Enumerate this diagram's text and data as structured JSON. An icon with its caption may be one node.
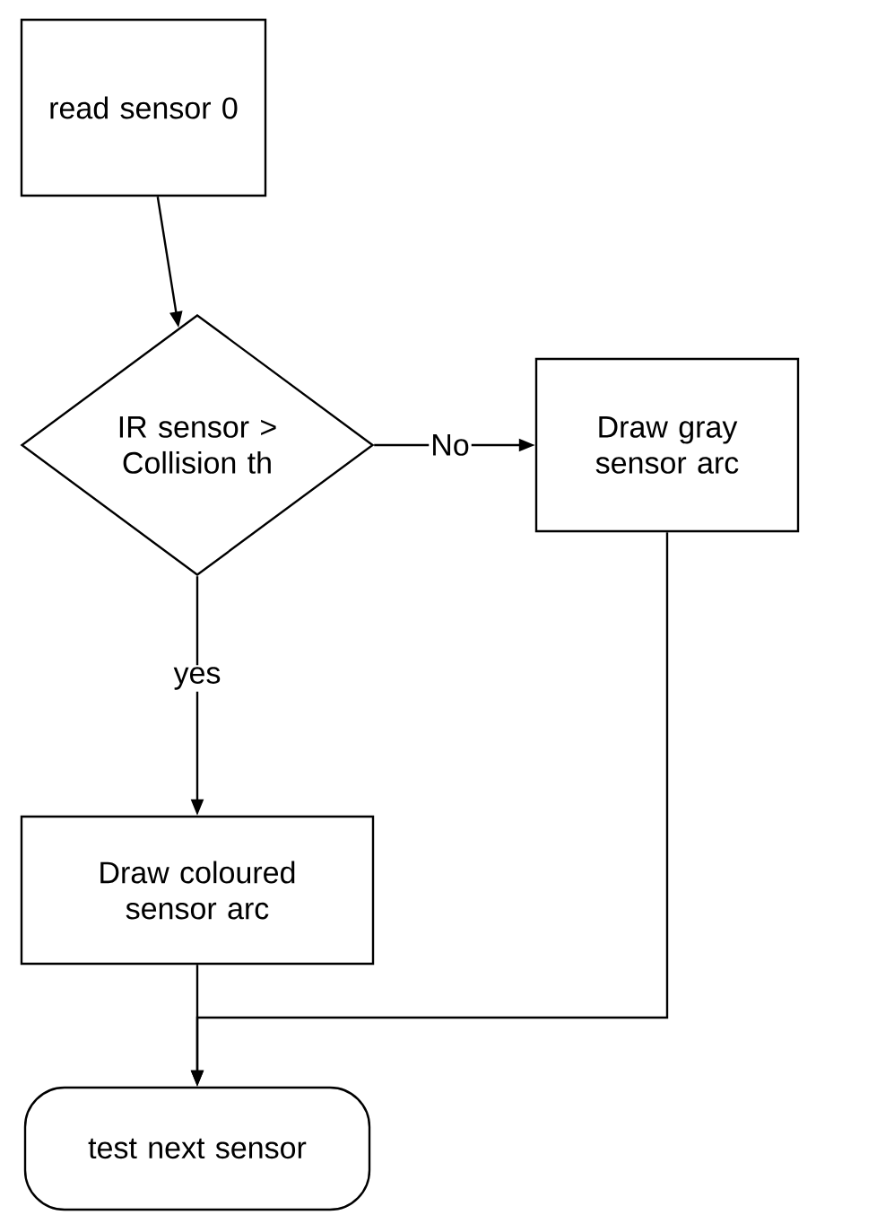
{
  "diagram": {
    "nodes": [
      {
        "text": [
          "read sensor 0"
        ]
      },
      {
        "text": [
          "IR sensor > Collision th"
        ]
      },
      {
        "text": [
          "Draw gray sensor arc"
        ]
      },
      {
        "text": [
          "Draw coloured sensor arc"
        ]
      },
      {
        "text": [
          "test next sensor"
        ]
      }
    ],
    "edges": [
      {
        "from": 0,
        "to": 1,
        "arrow": "to"
      },
      {
        "from": 1,
        "to": 2,
        "arrow": "to",
        "label": "No"
      },
      {
        "from": 1,
        "to": 3,
        "arrow": "to",
        "label": "yes"
      },
      {
        "from": 3,
        "to": 4,
        "arrow": "to"
      },
      {
        "from": 2,
        "to": 4,
        "arrow": "to"
      }
    ]
  }
}
